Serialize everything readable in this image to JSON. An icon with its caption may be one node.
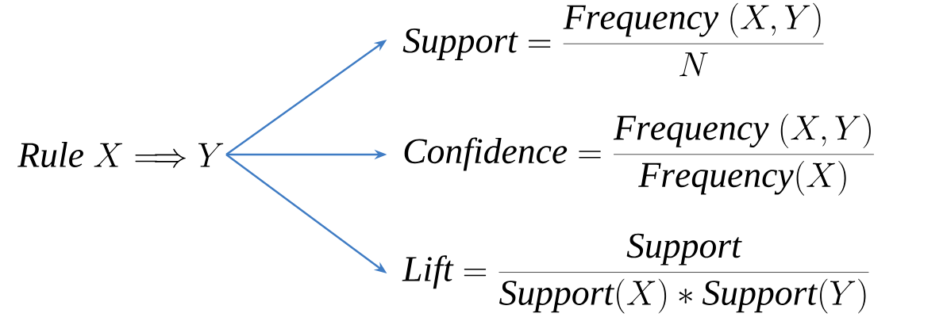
{
  "diagram": {
    "nodes": [
      {
        "text": [
          "\\mathit{Rule}\\ X \\Longrightarrow Y"
        ]
      },
      {
        "text": [
          "\\mathit{Support} = \\frac{\\mathit{Frequency}\\ (X,Y)}{N}"
        ]
      },
      {
        "text": [
          "\\mathit{Confidence} = \\frac{\\mathit{Frequency}\\ (X,Y)}{\\mathit{Frequency}(X)}"
        ]
      },
      {
        "text": [
          "\\mathit{Lift} = \\frac{\\mathit{Support}}{\\mathit{Support}(X) * \\mathit{Support}(Y)}"
        ]
      }
    ],
    "edges": [
      {
        "from": 0,
        "to": 1,
        "arrow": "to"
      },
      {
        "from": 0,
        "to": 2,
        "arrow": "to"
      },
      {
        "from": 0,
        "to": 3,
        "arrow": "to"
      }
    ]
  }
}
